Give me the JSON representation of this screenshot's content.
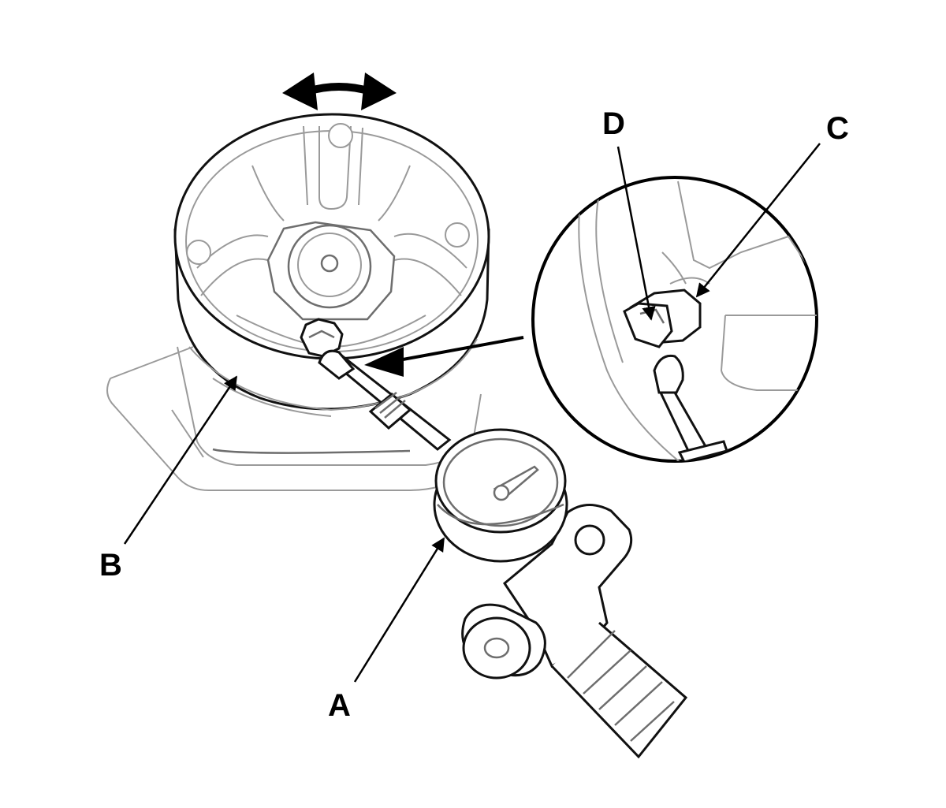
{
  "callouts": {
    "a": "A",
    "b": "B",
    "c": "C",
    "d": "D"
  },
  "colors": {
    "line_dark": "#111111",
    "line_light": "#9a9a9a",
    "background": "#ffffff"
  },
  "icons": {
    "rotation_arrow": "double-headed-arrow-icon",
    "detail_pointer": "arrow-icon"
  }
}
